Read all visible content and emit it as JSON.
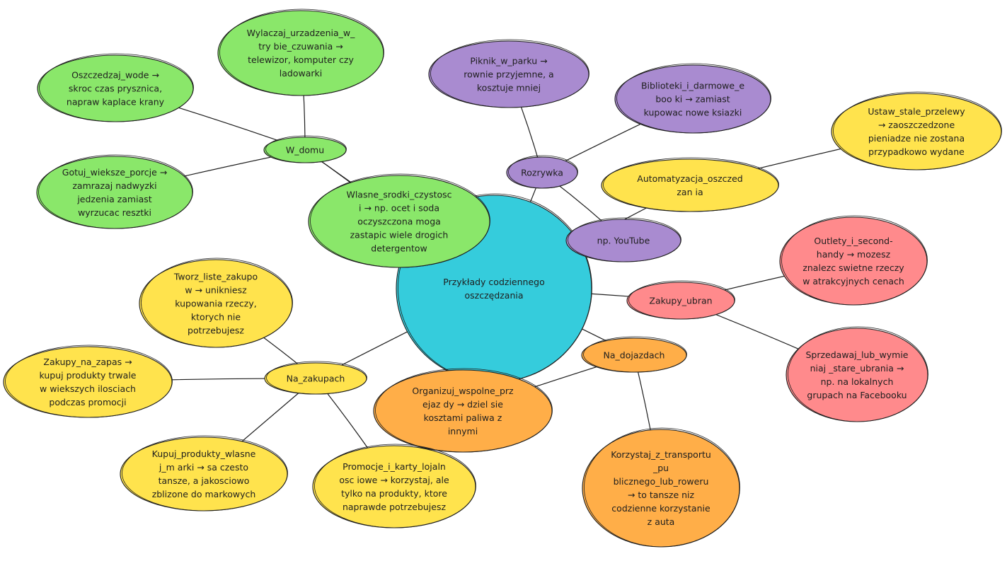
{
  "colors": {
    "green": "#8ae76a",
    "purple": "#a98bd0",
    "yellow": "#ffe34d",
    "pink": "#ff8a8c",
    "orange": "#ffae48",
    "cyan": "#35ccdc",
    "stroke": "#1e1e1e"
  },
  "nodes": [
    {
      "id": "center",
      "color": "cyan",
      "lines": [
        "Przykłady codziennego",
        "oszczędzania"
      ]
    },
    {
      "id": "w-domu",
      "color": "green",
      "lines": [
        "W_domu"
      ]
    },
    {
      "id": "wylaczaj",
      "color": "green",
      "lines": [
        "Wylaczaj_urzadzenia_w_",
        "try bie_czuwania →",
        "telewizor, komputer czy",
        "ladowarki"
      ]
    },
    {
      "id": "oszczedzaj-wode",
      "color": "green",
      "lines": [
        "Oszczedzaj_wode →",
        "skroc czas prysznica,",
        "napraw kaplace krany"
      ]
    },
    {
      "id": "gotuj",
      "color": "green",
      "lines": [
        "Gotuj_wieksze_porcje →",
        "zamrazaj nadwyzki",
        "jedzenia zamiast",
        "wyrzucac resztki"
      ]
    },
    {
      "id": "srodki",
      "color": "green",
      "lines": [
        "Wlasne_srodki_czystosc",
        "i → np. ocet i soda",
        "oczyszczona moga",
        "zastapic wiele drogich",
        "detergentow"
      ]
    },
    {
      "id": "rozrywka",
      "color": "purple",
      "lines": [
        "Rozrywka"
      ]
    },
    {
      "id": "piknik",
      "color": "purple",
      "lines": [
        "Piknik_w_parku →",
        "rownie przyjemne, a",
        "kosztuje mniej"
      ]
    },
    {
      "id": "biblioteki",
      "color": "purple",
      "lines": [
        "Biblioteki_i_darmowe_e",
        "boo ki → zamiast",
        "kupowac nowe ksiazki"
      ]
    },
    {
      "id": "youtube",
      "color": "purple",
      "lines": [
        "np. YouTube"
      ]
    },
    {
      "id": "automatyzacja",
      "color": "yellow",
      "lines": [
        "Automatyzacja_oszczed",
        "zan ia"
      ]
    },
    {
      "id": "ustaw",
      "color": "yellow",
      "lines": [
        "Ustaw_stale_przelewy",
        "→ zaoszczedzone",
        "pieniadze nie zostana",
        "przypadkowo wydane"
      ]
    },
    {
      "id": "zakupy-ubran",
      "color": "pink",
      "lines": [
        "Zakupy_ubran"
      ]
    },
    {
      "id": "outlety",
      "color": "pink",
      "lines": [
        "Outlety_i_second-",
        "handy → mozesz",
        "znalezc swietne rzeczy",
        "w atrakcyjnych cenach"
      ]
    },
    {
      "id": "sprzedawaj",
      "color": "pink",
      "lines": [
        "Sprzedawaj_lub_wymie",
        "niaj _stare_ubrania →",
        "np. na lokalnych",
        "grupach na Facebooku"
      ]
    },
    {
      "id": "na-dojazdach",
      "color": "orange",
      "lines": [
        "Na_dojazdach"
      ]
    },
    {
      "id": "organizuj",
      "color": "orange",
      "lines": [
        "Organizuj_wspolne_prz",
        "ejaz dy → dziel sie",
        "kosztami paliwa z",
        "innymi"
      ]
    },
    {
      "id": "korzystaj",
      "color": "orange",
      "lines": [
        "Korzystaj_z_transportu",
        "_pu",
        "blicznego_lub_roweru",
        "→ to tansze niz",
        "codzienne korzystanie",
        "z auta"
      ]
    },
    {
      "id": "na-zakupach",
      "color": "yellow",
      "lines": [
        "Na_zakupach"
      ]
    },
    {
      "id": "tworz",
      "color": "yellow",
      "lines": [
        "Tworz_liste_zakupo",
        "w → unikniesz",
        "kupowania rzeczy,",
        "ktorych nie",
        "potrzebujesz"
      ]
    },
    {
      "id": "zakupy-zapas",
      "color": "yellow",
      "lines": [
        "Zakupy_na_zapas →",
        "kupuj produkty trwale",
        "w wiekszych ilosciach",
        "podczas promocji"
      ]
    },
    {
      "id": "kupuj",
      "color": "yellow",
      "lines": [
        "Kupuj_produkty_wlasne",
        "j_m arki → sa czesto",
        "tansze, a jakosciowo",
        "zblizone do markowych"
      ]
    },
    {
      "id": "promocje",
      "color": "yellow",
      "lines": [
        "Promocje_i_karty_lojaln",
        "osc iowe → korzystaj, ale",
        "tylko na produkty, ktore",
        "naprawde potrzebujesz"
      ]
    }
  ],
  "edges": [
    [
      "w-domu",
      "wylaczaj"
    ],
    [
      "w-domu",
      "oszczedzaj-wode"
    ],
    [
      "w-domu",
      "gotuj"
    ],
    [
      "w-domu",
      "srodki"
    ],
    [
      "w-domu",
      "center"
    ],
    [
      "rozrywka",
      "piknik"
    ],
    [
      "rozrywka",
      "biblioteki"
    ],
    [
      "rozrywka",
      "youtube"
    ],
    [
      "rozrywka",
      "center"
    ],
    [
      "automatyzacja",
      "ustaw"
    ],
    [
      "automatyzacja",
      "center"
    ],
    [
      "zakupy-ubran",
      "outlety"
    ],
    [
      "zakupy-ubran",
      "sprzedawaj"
    ],
    [
      "zakupy-ubran",
      "center"
    ],
    [
      "na-dojazdach",
      "organizuj"
    ],
    [
      "na-dojazdach",
      "korzystaj"
    ],
    [
      "na-dojazdach",
      "center"
    ],
    [
      "na-zakupach",
      "tworz"
    ],
    [
      "na-zakupach",
      "zakupy-zapas"
    ],
    [
      "na-zakupach",
      "kupuj"
    ],
    [
      "na-zakupach",
      "promocje"
    ],
    [
      "na-zakupach",
      "center"
    ]
  ]
}
